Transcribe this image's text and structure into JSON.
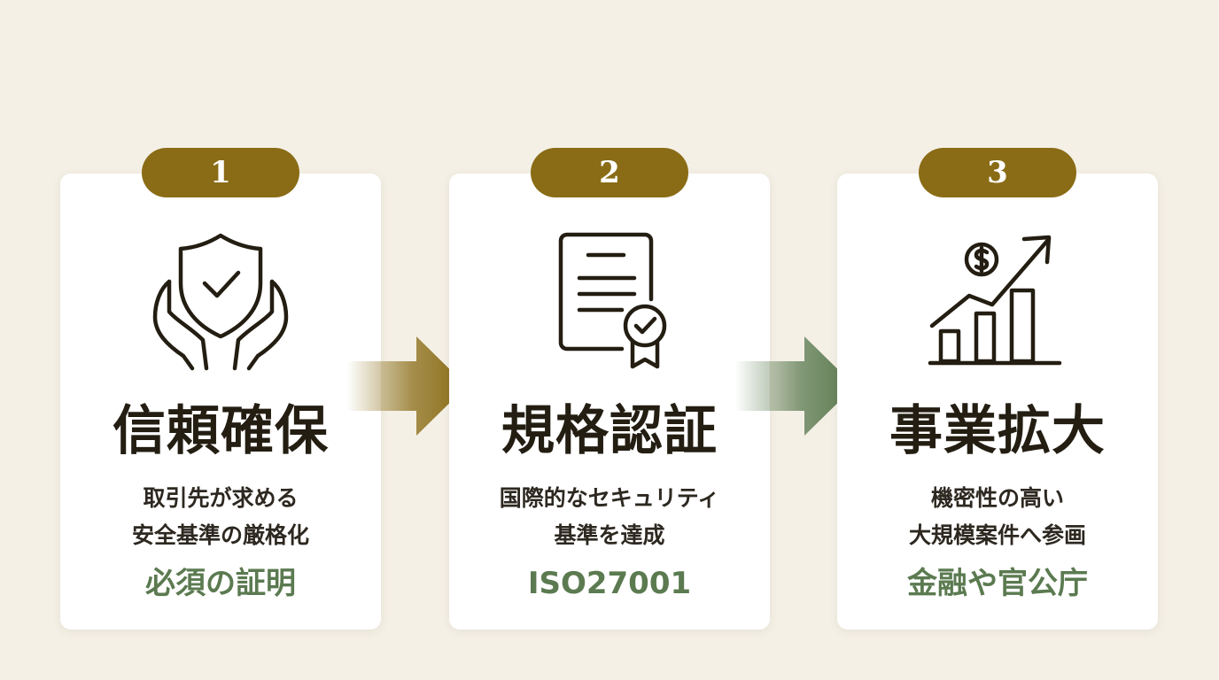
{
  "steps": [
    {
      "number": "1",
      "icon": "shield-hands-icon",
      "title": "信頼確保",
      "desc_line1": "取引先が求める",
      "desc_line2": "安全基準の厳格化",
      "highlight": "必須の証明"
    },
    {
      "number": "2",
      "icon": "certificate-document-icon",
      "title": "規格認証",
      "desc_line1": "国際的なセキュリティ",
      "desc_line2": "基準を達成",
      "highlight": "ISO27001"
    },
    {
      "number": "3",
      "icon": "growth-chart-icon",
      "title": "事業拡大",
      "desc_line1": "機密性の高い",
      "desc_line2": "大規模案件へ参画",
      "highlight": "金融や官公庁"
    }
  ],
  "colors": {
    "background": "#f4f0e6",
    "badge": "#8a6c16",
    "highlight": "#5b7a50",
    "arrow_gold": "#8a6c16",
    "arrow_green": "#5b7a50",
    "title_text": "#231d12"
  }
}
